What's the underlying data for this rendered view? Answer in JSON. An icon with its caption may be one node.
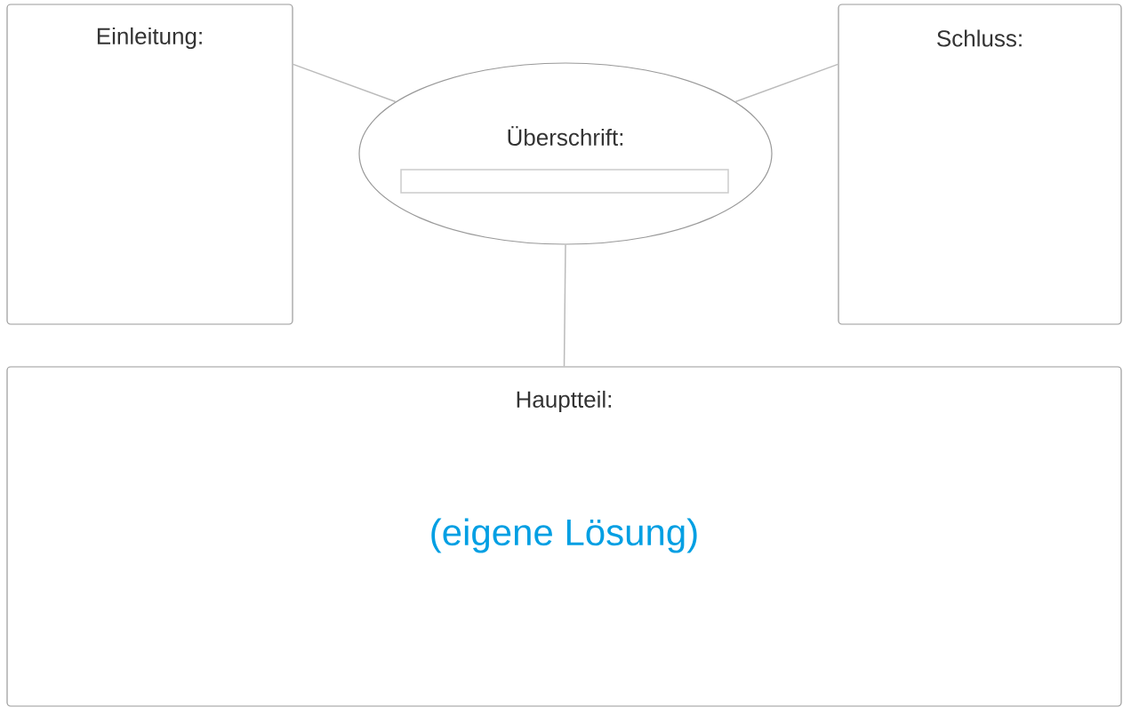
{
  "diagram": {
    "nodes": [
      {
        "text": [
          "Einleitung:"
        ]
      },
      {
        "text": [
          "Überschrift:"
        ]
      },
      {
        "text": [
          "Schluss:"
        ]
      },
      {
        "text": [
          "Hauptteil:",
          "(eigene Lösung)"
        ]
      }
    ],
    "edges": [
      {
        "from": 0,
        "to": 1,
        "arrow": "none"
      },
      {
        "from": 1,
        "to": 2,
        "arrow": "none"
      },
      {
        "from": 1,
        "to": 3,
        "arrow": "none"
      }
    ]
  }
}
